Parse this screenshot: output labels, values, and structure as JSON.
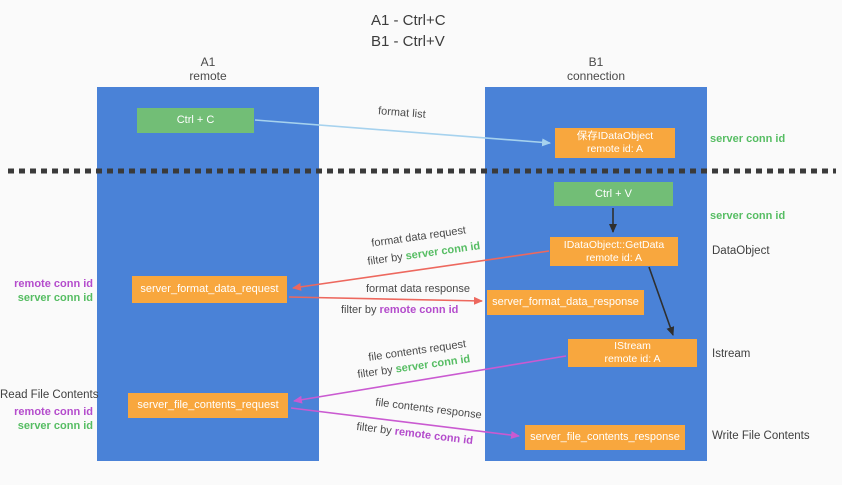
{
  "title": {
    "line1": "A1 - Ctrl+C",
    "line2": "B1 - Ctrl+V"
  },
  "lanes": {
    "a": {
      "name": "A1",
      "subtitle": "remote"
    },
    "b": {
      "name": "B1",
      "subtitle": "connection"
    }
  },
  "nodes": {
    "ctrl_c": {
      "label": "Ctrl + C"
    },
    "ctrl_v": {
      "label": "Ctrl + V"
    },
    "save_dataobject": {
      "line1": "保存IDataObject",
      "line2": "remote id: A"
    },
    "getdata": {
      "line1": "IDataObject::GetData",
      "line2": "remote id: A"
    },
    "istream": {
      "line1": "IStream",
      "line2": "remote id: A"
    },
    "format_request": {
      "label": "server_format_data_request"
    },
    "format_response": {
      "label": "server_format_data_response"
    },
    "file_request": {
      "label": "server_file_contents_request"
    },
    "file_response": {
      "label": "server_file_contents_response"
    }
  },
  "arrow_labels": {
    "format_list": "format list",
    "format_data_request": "format data request",
    "format_data_response": "format data response",
    "file_contents_request": "file contents request",
    "file_contents_response": "file contents response",
    "filter_by": "filter by",
    "server_conn_id": "server conn id",
    "remote_conn_id": "remote conn id"
  },
  "side_labels": {
    "right_server_conn_id_top": "server conn id",
    "right_server_conn_id_mid": "server conn id",
    "data_object": "DataObject",
    "istream": "Istream",
    "write_file_contents": "Write File Contents",
    "read_file_contents": "Read File Contents",
    "left_remote_conn_id_1": "remote conn id",
    "left_server_conn_id_1": "server conn id",
    "left_remote_conn_id_2": "remote conn id",
    "left_server_conn_id_2": "server conn id"
  },
  "colors": {
    "lane_fill": "#4a82d7",
    "green_box": "#72be76",
    "orange_box": "#f8a73e",
    "green_text": "#56bd63",
    "purple_text": "#b44ccc",
    "red_arrow": "#ed685e",
    "magenta_arrow": "#ca5ad1",
    "light_blue_arrow": "#a6d2ee",
    "black_arrow": "#2f2f2f",
    "background": "#fafafa"
  }
}
